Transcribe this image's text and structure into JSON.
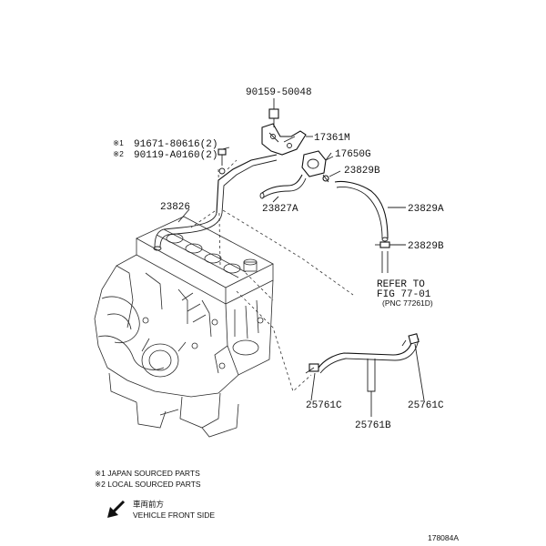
{
  "parts": {
    "bolt_top": "90159-50048",
    "bolt_side_1": "91671-80616(2)",
    "bolt_side_2": "90119-A0160(2)",
    "bracket": "17361M",
    "valve": "17650G",
    "clamp_upper": "23829B",
    "pipe": "23826",
    "hose_short": "23827A",
    "hose_long": "23829A",
    "clamp_lower": "23829B",
    "clamp_left": "25761C",
    "clamp_right": "25761C",
    "hose_bottom": "25761B"
  },
  "markers": {
    "side_1": "※1",
    "side_2": "※2"
  },
  "refer": {
    "line1": "REFER TO",
    "line2": "FIG 77-01",
    "line3": "(PNC 77261D)"
  },
  "notes": {
    "note1": "※1 JAPAN SOURCED PARTS",
    "note2": "※2 LOCAL SOURCED PARTS",
    "direction_jp": "車両前方",
    "direction_en": "VEHICLE FRONT SIDE"
  },
  "figure_id": "178084A"
}
